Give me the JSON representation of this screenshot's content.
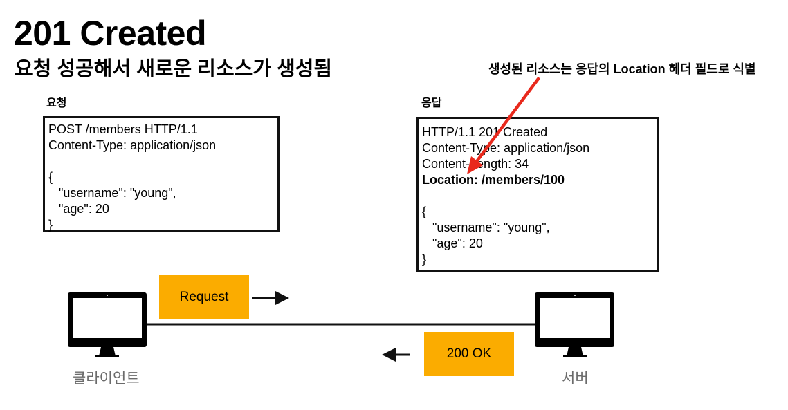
{
  "header": {
    "title": "201 Created",
    "subtitle": "요청 성공해서 새로운 리소스가 생성됨"
  },
  "annotation": {
    "text": "생성된 리소스는 응답의 Location 헤더 필드로 식별",
    "arrow_color": "#E8291C"
  },
  "request": {
    "label": "요청",
    "lines": [
      {
        "text": "POST /members HTTP/1.1",
        "bold": false
      },
      {
        "text": "Content-Type: application/json",
        "bold": false
      },
      {
        "text": "",
        "bold": false
      },
      {
        "text": "{",
        "bold": false
      },
      {
        "text": "   \"username\": \"young\",",
        "bold": false
      },
      {
        "text": "   \"age\": 20",
        "bold": false
      },
      {
        "text": "}",
        "bold": false
      }
    ]
  },
  "response": {
    "label": "응답",
    "lines": [
      {
        "text": "HTTP/1.1 201 Created",
        "bold": false
      },
      {
        "text": "Content-Type: application/json",
        "bold": false
      },
      {
        "text": "Content-Length: 34",
        "bold": false
      },
      {
        "text": "Location: /members/100",
        "bold": true
      },
      {
        "text": "",
        "bold": false
      },
      {
        "text": "{",
        "bold": false
      },
      {
        "text": "   \"username\": \"young\",",
        "bold": false
      },
      {
        "text": "   \"age\": 20",
        "bold": false
      },
      {
        "text": "}",
        "bold": false
      }
    ]
  },
  "flow": {
    "request_tag": "Request",
    "response_tag": "200 OK",
    "tag_color": "#FBAC00"
  },
  "devices": {
    "client_label": "클라이언트",
    "server_label": "서버",
    "client_icon": "monitor-icon",
    "server_icon": "monitor-icon"
  }
}
